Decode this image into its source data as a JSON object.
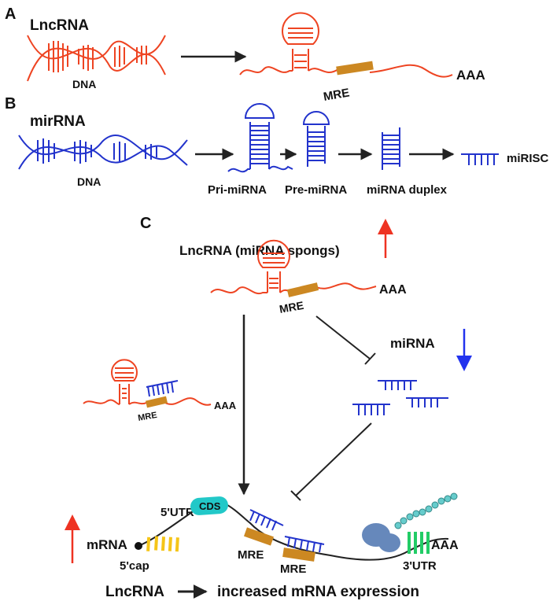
{
  "panels": {
    "a": {
      "letter": "A",
      "title": "LncRNA",
      "dna_label": "DNA",
      "mre_label": "MRE",
      "tail_label": "AAA"
    },
    "b": {
      "letter": "B",
      "title": "mirRNA",
      "dna_label": "DNA",
      "stage_labels": [
        "Pri-miRNA",
        "Pre-miRNA",
        "miRNA duplex",
        "miRISC"
      ]
    },
    "c": {
      "letter": "C",
      "sponge_title": "LncRNA  (miRNA spongs)",
      "lnc_mre_label": "MRE",
      "lnc_tail_label": "AAA",
      "bound_mre_label": "MRE",
      "bound_tail_label": "AAA",
      "mirna_label": "miRNA",
      "mrna_label": "mRNA",
      "utr5_label": "5'UTR",
      "cap_label": "5'cap",
      "cds_label": "CDS",
      "mre1_label": "MRE",
      "mre2_label": "MRE",
      "utr3_label": "3'UTR",
      "mrna_tail_label": "AAA",
      "bottom_left": "LncRNA",
      "bottom_right": "increased mRNA expression"
    }
  },
  "colors": {
    "lncrna": "#ee4422",
    "mirna": "#2233cc",
    "mre": "#cc8822",
    "arrow": "#222222",
    "up_arrow": "#ee3322",
    "down_arrow": "#2233ee",
    "utr5": "#f5c518",
    "cds": "#22c8c8",
    "utr3": "#22cc66",
    "ribosome": "#6688bb",
    "peptide": "#66cccc"
  }
}
